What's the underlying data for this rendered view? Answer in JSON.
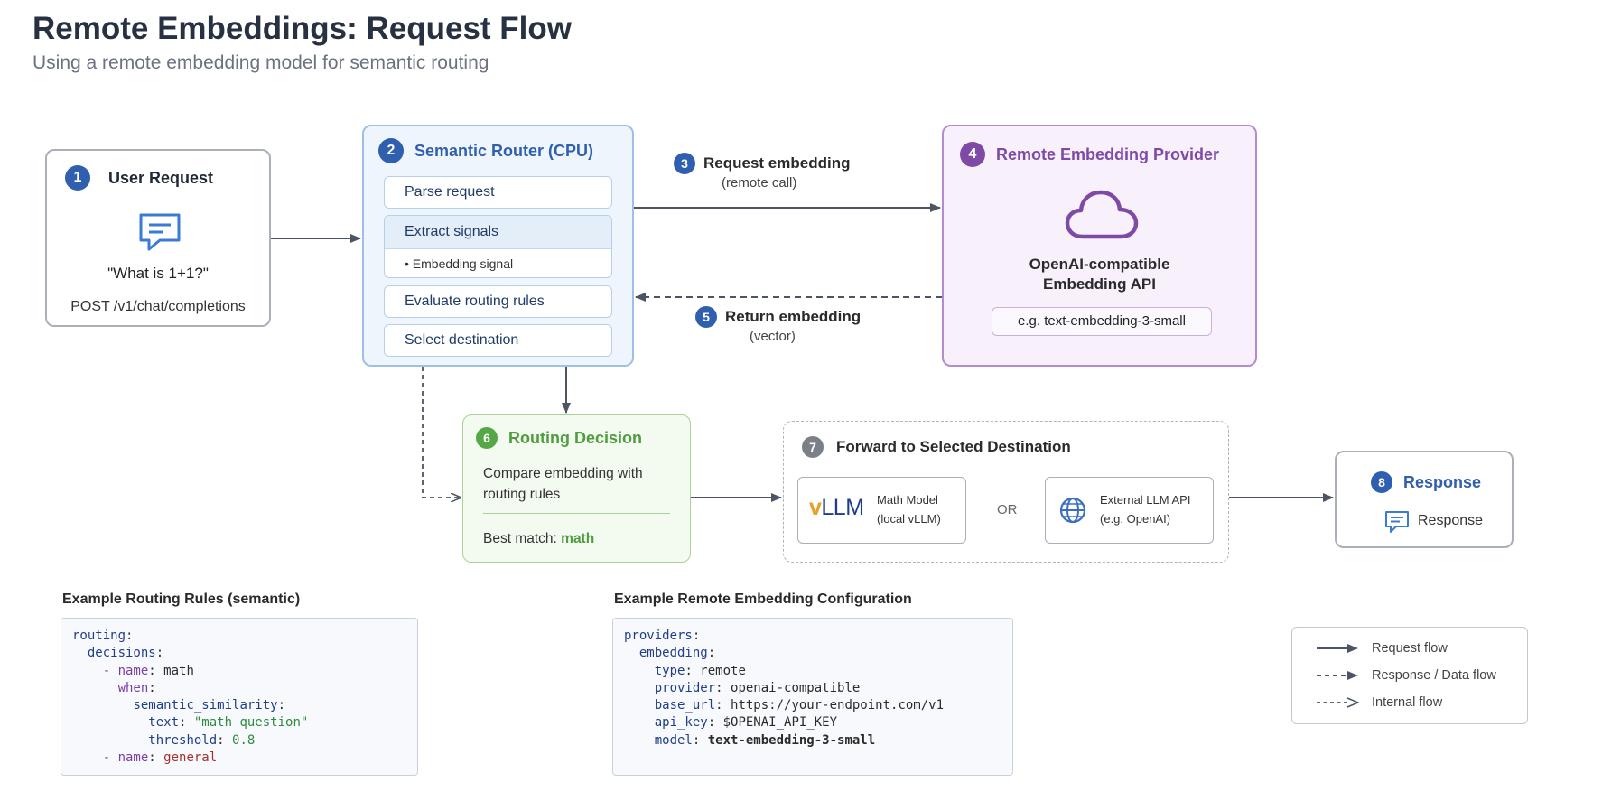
{
  "title": "Remote Embeddings: Request Flow",
  "subtitle": "Using a remote embedding model for semantic routing",
  "user_request": {
    "number": "1",
    "title": "User Request",
    "icon": "chat-bubble-icon",
    "query": "\"What is 1+1?\"",
    "endpoint": "POST /v1/chat/completions"
  },
  "router": {
    "number": "2",
    "title": "Semantic Router (CPU)",
    "steps": [
      "Parse request",
      "Extract signals",
      "Evaluate routing rules",
      "Select destination"
    ],
    "signal_item": "• Embedding signal"
  },
  "request_embedding": {
    "number": "3",
    "label": "Request embedding",
    "sub": "(remote call)"
  },
  "provider": {
    "number": "4",
    "title": "Remote Embedding Provider",
    "icon": "cloud-icon",
    "api_line1": "OpenAI-compatible",
    "api_line2": "Embedding API",
    "model_example": "e.g. text-embedding-3-small"
  },
  "return_embedding": {
    "number": "5",
    "label": "Return embedding",
    "sub": "(vector)"
  },
  "decision": {
    "number": "6",
    "title": "Routing Decision",
    "desc": "Compare embedding with routing rules",
    "best_label": "Best match:",
    "best_value": "math"
  },
  "forward": {
    "number": "7",
    "title": "Forward to Selected Destination",
    "vllm_logo": "vLLM",
    "vllm_line1": "Math Model",
    "vllm_line2": "(local vLLM)",
    "or": "OR",
    "ext_icon": "globe-icon",
    "ext_line1": "External LLM API",
    "ext_line2": "(e.g. OpenAI)"
  },
  "response": {
    "number": "8",
    "title": "Response",
    "label": "Response",
    "icon": "chat-bubble-icon"
  },
  "rules_example": {
    "title": "Example Routing Rules (semantic)",
    "lines": [
      {
        "indent": "",
        "key": "routing",
        "colon": ":",
        "value": ""
      },
      {
        "indent": "  ",
        "key": "decisions",
        "colon": ":",
        "value": ""
      },
      {
        "indent": "    ",
        "dash": "- ",
        "key": "name",
        "colon": ": ",
        "value": "math"
      },
      {
        "indent": "      ",
        "key": "when",
        "colon": ":",
        "value": ""
      },
      {
        "indent": "        ",
        "key": "semantic_similarity",
        "colon": ":",
        "value": ""
      },
      {
        "indent": "          ",
        "key": "text",
        "colon": ": ",
        "value": "\"math question\""
      },
      {
        "indent": "          ",
        "key": "threshold",
        "colon": ": ",
        "value": "0.8"
      },
      {
        "indent": "    ",
        "dash": "- ",
        "key": "name",
        "colon": ": ",
        "value": "general"
      }
    ]
  },
  "config_example": {
    "title": "Example Remote Embedding Configuration",
    "lines": [
      {
        "indent": "",
        "key": "providers",
        "colon": ":",
        "value": ""
      },
      {
        "indent": "  ",
        "key": "embedding",
        "colon": ":",
        "value": ""
      },
      {
        "indent": "    ",
        "key": "type",
        "colon": ": ",
        "value": "remote"
      },
      {
        "indent": "    ",
        "key": "provider",
        "colon": ": ",
        "value": "openai-compatible"
      },
      {
        "indent": "    ",
        "key": "base_url",
        "colon": ": ",
        "value": "https://your-endpoint.com/v1"
      },
      {
        "indent": "    ",
        "key": "api_key",
        "colon": ": ",
        "value": "$OPENAI_API_KEY"
      },
      {
        "indent": "    ",
        "key": "model",
        "colon": ": ",
        "value": "text-embedding-3-small"
      }
    ]
  },
  "legend": {
    "request_flow": "Request flow",
    "response_flow": "Response / Data flow",
    "internal_flow": "Internal flow"
  },
  "colors": {
    "blue": "#2f5fae",
    "purple": "#7e4aa6",
    "green": "#55a747",
    "gray": "#7b8088"
  }
}
